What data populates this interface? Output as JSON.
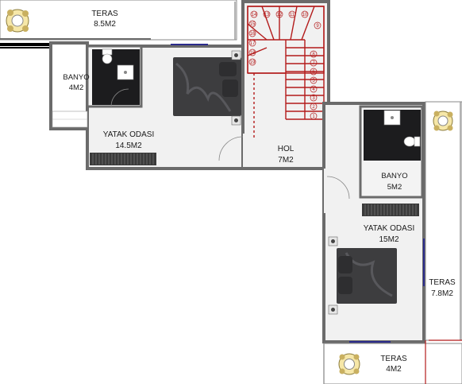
{
  "rooms": {
    "teras_top": {
      "name": "TERAS",
      "area": "8.5M2"
    },
    "banyo_left": {
      "name": "BANYO",
      "area": "4M2"
    },
    "yatak_left": {
      "name": "YATAK ODASI",
      "area": "14.5M2"
    },
    "hol": {
      "name": "HOL",
      "area": "7M2"
    },
    "banyo_right": {
      "name": "BANYO",
      "area": "5M2"
    },
    "yatak_right": {
      "name": "YATAK ODASI",
      "area": "15M2"
    },
    "teras_right": {
      "name": "TERAS",
      "area": "7.8M2"
    },
    "teras_bottom": {
      "name": "TERAS",
      "area": "4M2"
    }
  },
  "stair_steps": [
    "1",
    "2",
    "3",
    "4",
    "5",
    "6",
    "7",
    "8",
    "9",
    "10",
    "11",
    "12",
    "13",
    "14",
    "15",
    "16",
    "17",
    "18",
    "19"
  ],
  "colors": {
    "wall": "#6b6b6b",
    "floor": "#f1f1f1",
    "stair": "#b31b1b",
    "bed": "#3d3d3f",
    "window": "#2b2b8c"
  }
}
